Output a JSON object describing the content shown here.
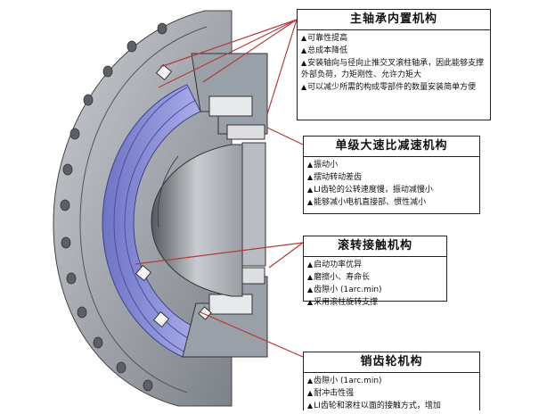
{
  "boxes": [
    {
      "title": "主轴承内置机构",
      "items": [
        "可靠性提高",
        "总成本降低",
        "安装轴向与径向止推交叉滚柱轴承，因此能够支撑外部负荷，力矩刚性、允许力矩大",
        "可以减少所需的构成零部件的数量安装简单方便"
      ]
    },
    {
      "title": "单级大速比减速机构",
      "items": [
        "振动小",
        "摆动转动差齿",
        "LI齿轮的公转速度慢，振动减慢小",
        "能够减小电机直接部、惯性减小"
      ]
    },
    {
      "title": "滚转接触机构",
      "items": [
        "启动功率优异",
        "磨擦小、寿命长",
        "齿隙小 (1arc.min)",
        "采用滚柱旋转支撑"
      ]
    },
    {
      "title": "销齿轮机构",
      "items": [
        "齿隙小 (1arc.min)",
        "耐冲击性强",
        "LI齿轮和滚柱以面的接触方式，增加"
      ]
    }
  ],
  "colors": {
    "housing": "#8a8f97",
    "bearing_ring": "#8c8fd6",
    "leader_line": "#b33a3a"
  }
}
